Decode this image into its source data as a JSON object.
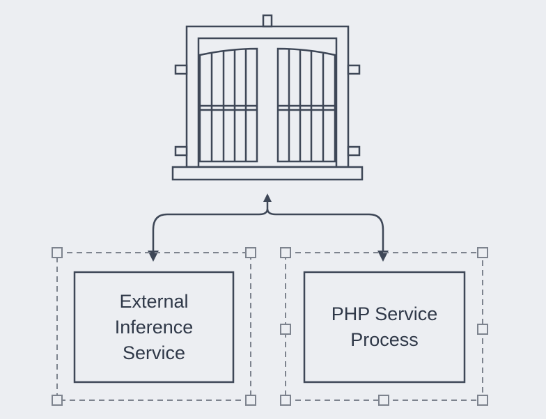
{
  "diagram": {
    "gateway_icon": "gate-icon",
    "nodes": [
      {
        "id": "left",
        "label": "External\nInference\nService"
      },
      {
        "id": "right",
        "label": "PHP Service\nProcess"
      }
    ],
    "edges": [
      {
        "from": "gateway",
        "to": "left",
        "arrow_both_ends": true
      },
      {
        "from": "gateway",
        "to": "right",
        "arrow_both_ends": true
      }
    ],
    "colors": {
      "background": "#eceef2",
      "stroke": "#3e4757",
      "dashed": "#7d838e",
      "text": "#2f3848"
    }
  }
}
